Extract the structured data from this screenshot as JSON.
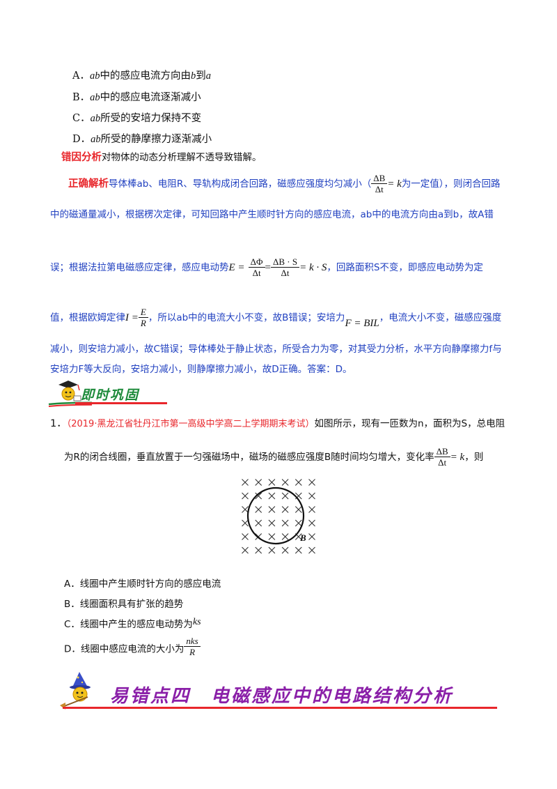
{
  "top_question": {
    "options": [
      {
        "letter": "A．",
        "subject": "ab",
        "text_a": "中的感应电流方向由",
        "var1": "b",
        "mid": "到",
        "var2": "a"
      },
      {
        "letter": "B．",
        "subject": "ab",
        "text_a": "中的感应电流逐渐减小"
      },
      {
        "letter": "C．",
        "subject": "ab",
        "text_a": "所受的安培力保持不变"
      },
      {
        "letter": "D．",
        "subject": "ab",
        "text_a": "所受的静摩擦力逐渐减小"
      }
    ]
  },
  "error_analysis": {
    "label": "错因分析",
    "text": "对物体的动态分析理解不透导致错解。"
  },
  "correct_analysis": {
    "label": "正确解析",
    "line1_a": "导体棒ab、电阻R、导轨构成闭合回路，磁感应强度均匀减小（",
    "line1_frac_num": "ΔB",
    "line1_frac_den": "Δt",
    "line1_eq": "= k",
    "line1_b": "为一定值），则闭合回路",
    "line2": "中的磁通量减小，根据楞次定律，可知回路中产生顺时针方向的感应电流，ab中的电流方向由a到b，故A错",
    "line3_a": "误；根据法拉第电磁感应定律，感应电动势",
    "line3_E": "E =",
    "line3_f1_num": "ΔΦ",
    "line3_f1_den": "Δt",
    "line3_eq2": "=",
    "line3_f2_num": "ΔB · S",
    "line3_f2_den": "Δt",
    "line3_eq3": "= k · S",
    "line3_b": "，回路面积S不变，即感应电动势为定",
    "line4_a": "值，根据欧姆定律",
    "line4_I": "I =",
    "line4_f_num": "E",
    "line4_f_den": "R",
    "line4_b": "，所以ab中的电流大小不变，故B错误；安培力",
    "line4_F": "F = BIL",
    "line4_c": "，电流大小不变，磁感应强度",
    "line5": "减小，则安培力减小，故C错误；导体棒处于静止状态，所受合力为零，对其受力分析，水平方向静摩擦力f与",
    "line6": "安培力F等大反向，安培力减小，则静摩擦力减小，故D正确。答案：D。"
  },
  "consolidate_heading": "即时巩固",
  "q1": {
    "number": "1．",
    "source": "（2019·黑龙江省牡丹江市第一高级中学高二上学期期末考试）",
    "line1_tail": "如图所示，现有一匝数为n，面积为S，总电阻",
    "line2_a": "为R的闭合线圈，垂直放置于一匀强磁场中，磁场的磁感应强度B随时间均匀增大，变化率",
    "line2_frac_num": "ΔB",
    "line2_frac_den": "Δt",
    "line2_eq": "= k",
    "line2_b": "，则",
    "figure_label": "B",
    "options": [
      {
        "letter": "A．",
        "text": "线圈中产生顺时针方向的感应电流"
      },
      {
        "letter": "B．",
        "text": "线圈面积具有扩张的趋势"
      },
      {
        "letter": "C．",
        "text": "线圈中产生的感应电动势为",
        "math": "ks"
      },
      {
        "letter": "D．",
        "text": "线圈中感应电流的大小为",
        "frac_num": "nks",
        "frac_den": "R"
      }
    ]
  },
  "section_heading": "易错点四　电磁感应中的电路结构分析",
  "colors": {
    "red": "#e8262b",
    "blue": "#2040c0",
    "green": "#1d8a3a",
    "purple": "#8a1fa8"
  }
}
